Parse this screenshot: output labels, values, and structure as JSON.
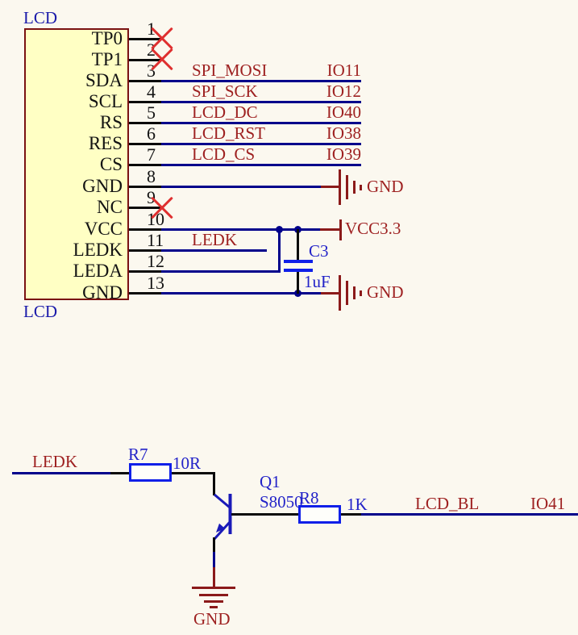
{
  "sheet": {
    "kind": "schematic",
    "colors": {
      "background": "#FBF8EF",
      "component_fill": "#FFFFC4",
      "component_border": "#7A1212",
      "wire": "#00008B",
      "pin": "#0A0A0A",
      "power_symbol": "#8B1A1A",
      "net_label_text": "#9E2121",
      "designator_text": "#2323C8",
      "part_title_text": "#1A1AAA",
      "graphic_blue": "#0F1FE8",
      "no_connect_x": "#DF3030"
    }
  },
  "lcd": {
    "designator_top": "LCD",
    "designator_bottom": "LCD",
    "pins": [
      {
        "num": "1",
        "name": "TP0"
      },
      {
        "num": "2",
        "name": "TP1"
      },
      {
        "num": "3",
        "name": "SDA",
        "net": "SPI_MOSI",
        "io": "IO11"
      },
      {
        "num": "4",
        "name": "SCL",
        "net": "SPI_SCK",
        "io": "IO12"
      },
      {
        "num": "5",
        "name": "RS",
        "net": "LCD_DC",
        "io": "IO40"
      },
      {
        "num": "6",
        "name": "RES",
        "net": "LCD_RST",
        "io": "IO38"
      },
      {
        "num": "7",
        "name": "CS",
        "net": "LCD_CS",
        "io": "IO39"
      },
      {
        "num": "8",
        "name": "GND",
        "power": "GND"
      },
      {
        "num": "9",
        "name": "NC"
      },
      {
        "num": "10",
        "name": "VCC",
        "power": "VCC3.3"
      },
      {
        "num": "11",
        "name": "LEDK",
        "net": "LEDK"
      },
      {
        "num": "12",
        "name": "LEDA"
      },
      {
        "num": "13",
        "name": "GND",
        "power": "GND"
      }
    ]
  },
  "capacitor": {
    "designator": "C3",
    "value": "1uF"
  },
  "backlight": {
    "input_net": "LEDK",
    "r7": {
      "designator": "R7",
      "value": "10R"
    },
    "q1": {
      "designator": "Q1",
      "value": "S8050"
    },
    "r8": {
      "designator": "R8",
      "value": "1K"
    },
    "output_net": "LCD_BL",
    "output_io": "IO41",
    "gnd": "GND"
  }
}
